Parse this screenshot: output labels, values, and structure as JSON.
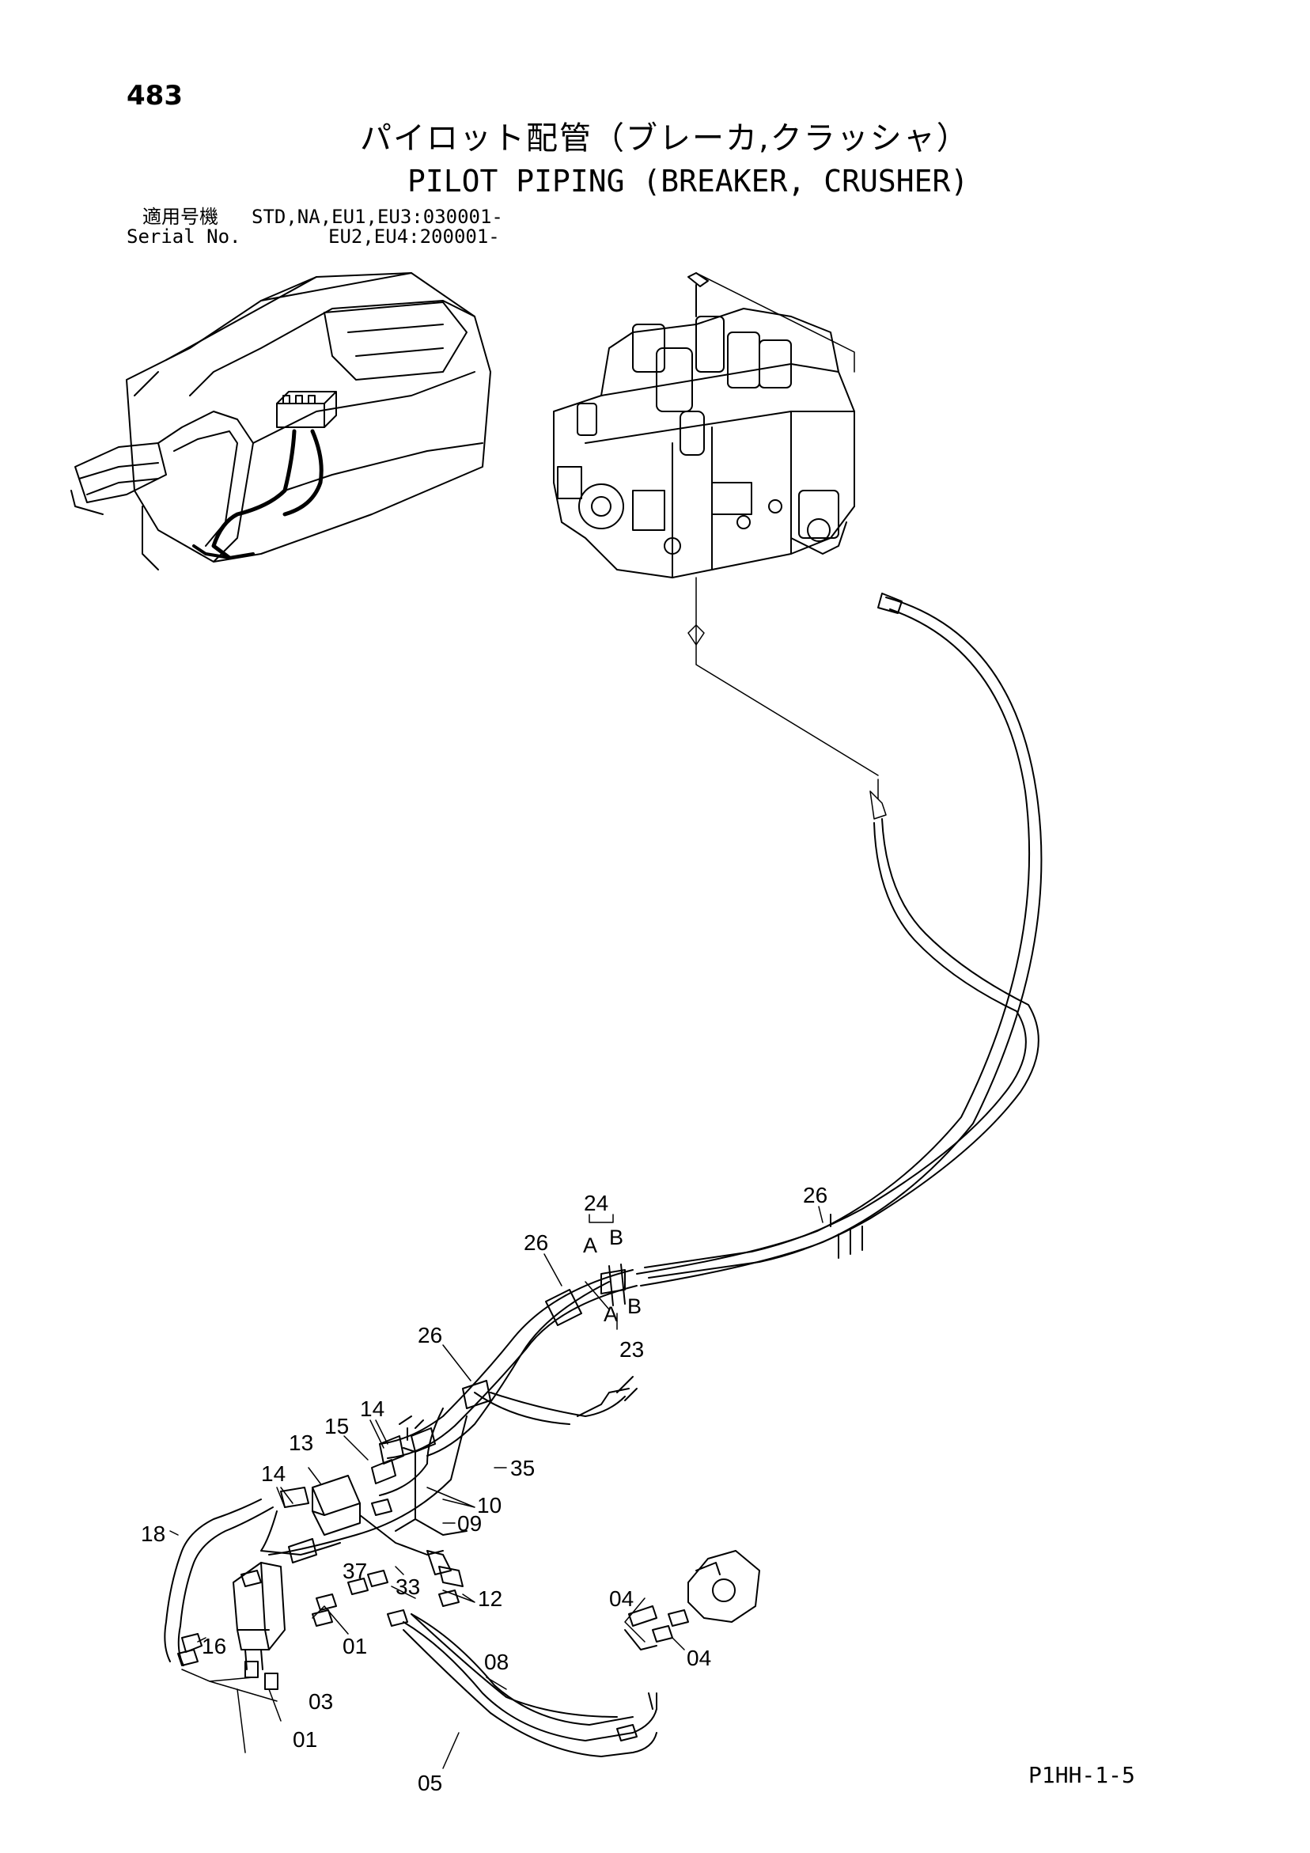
{
  "header": {
    "page_number": "483",
    "title_jp": "パイロット配管（ブレーカ,クラッシャ）",
    "title_en": "PILOT PIPING (BREAKER, CRUSHER)",
    "serial_label_jp": "適用号機",
    "serial_values_1": "STD,NA,EU1,EU3:030001-",
    "serial_label_en": "Serial No.",
    "serial_values_2": "EU2,EU4:200001-"
  },
  "callouts": {
    "c24": "24",
    "c23": "23",
    "cA1": "A",
    "cB1": "B",
    "cA2": "A",
    "cB2": "B",
    "c26a": "26",
    "c26b": "26",
    "c26c": "26",
    "c35": "35",
    "c14a": "14",
    "c15": "15",
    "c13": "13",
    "c14b": "14",
    "c10": "10",
    "c09": "09",
    "c37": "37",
    "c33": "33",
    "c12": "12",
    "c18": "18",
    "c16": "16",
    "c01a": "01",
    "c03": "03",
    "c01b": "01",
    "c04a": "04",
    "c04b": "04",
    "c08": "08",
    "c05": "05"
  },
  "footer": {
    "code": "P1HH-1-5"
  }
}
